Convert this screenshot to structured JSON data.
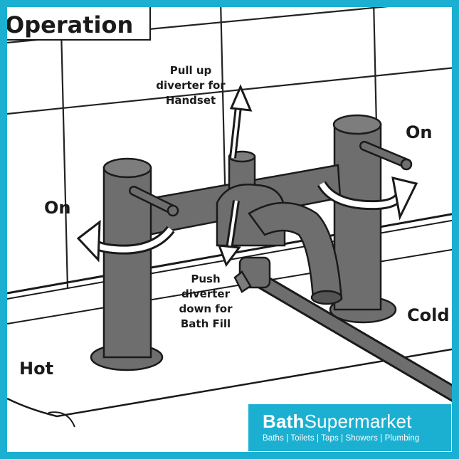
{
  "title": "Operation",
  "labels": {
    "pull_up_1": "Pull up",
    "pull_up_2": "diverter for",
    "pull_up_3": "Handset",
    "push_1": "Push",
    "push_2": "diverter",
    "push_3": "down for",
    "push_4": "Bath Fill",
    "on_left": "On",
    "on_right": "On",
    "hot": "Hot",
    "cold": "Cold"
  },
  "logo": {
    "name_bold": "Bath",
    "name_regular": "Supermarket",
    "tagline": "Baths | Toilets | Taps | Showers | Plumbing"
  },
  "colors": {
    "frame": "#1bb0d1",
    "ink": "#1a1a1a",
    "tap_gray": "#6e6e6e"
  }
}
